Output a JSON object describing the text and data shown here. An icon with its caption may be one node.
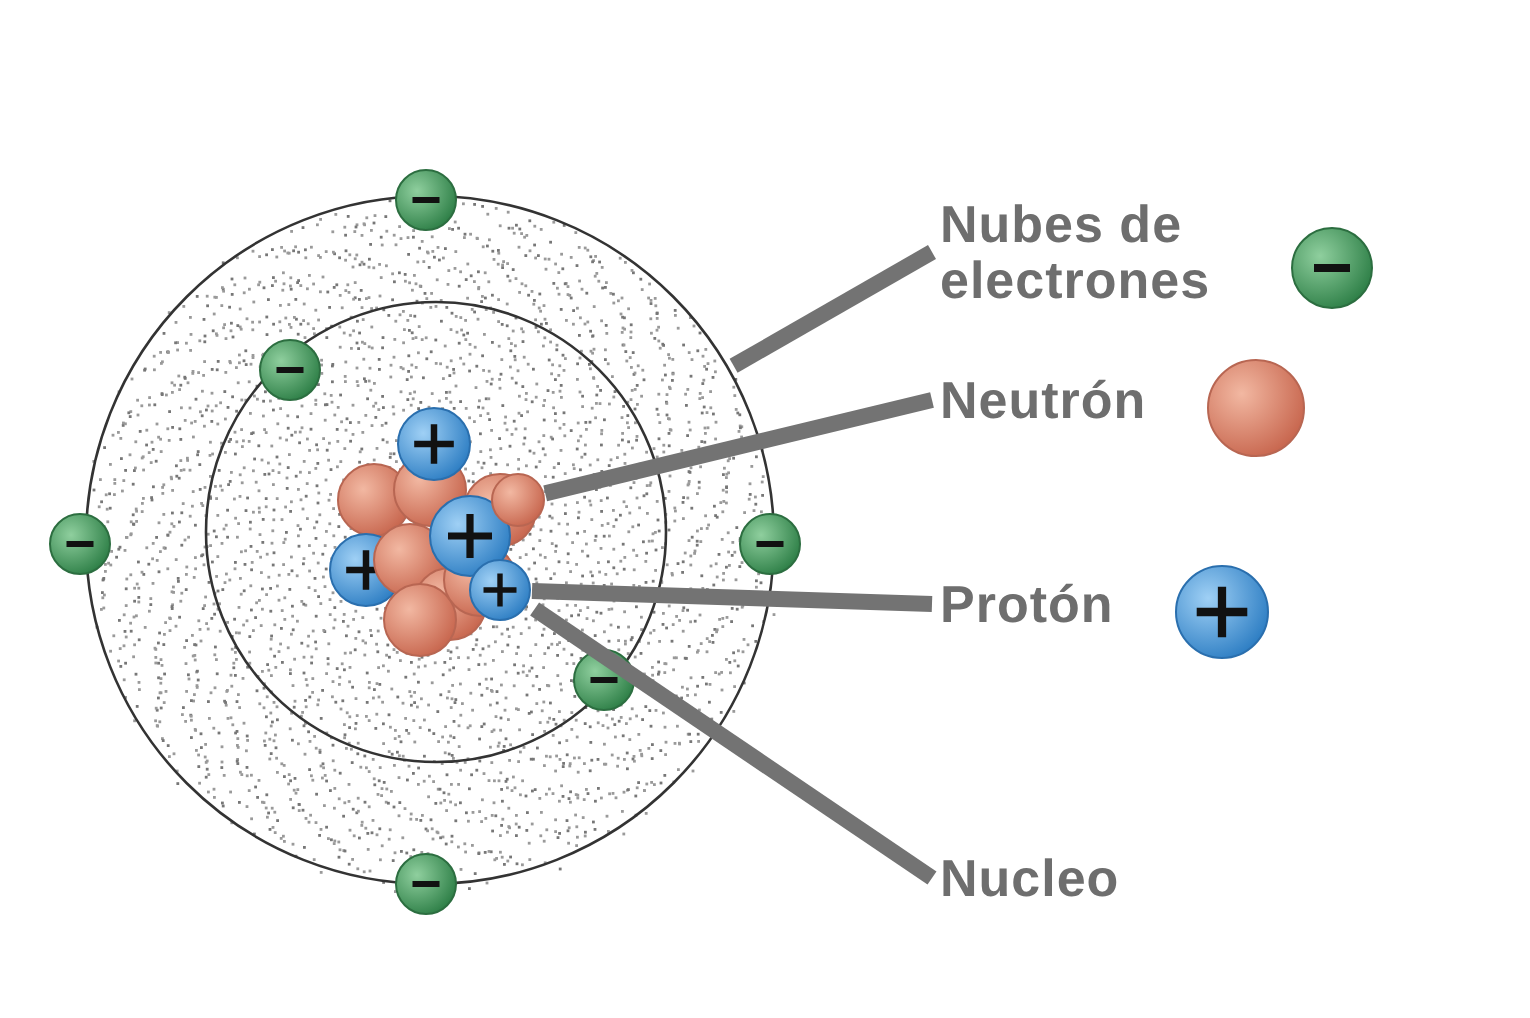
{
  "diagram": {
    "nodes": [
      {
        "text": [
          "Nubes de electrones"
        ]
      },
      {
        "text": [
          "Neutrón"
        ]
      },
      {
        "text": [
          "Protón"
        ]
      },
      {
        "text": [
          "Nucleo"
        ]
      },
      {
        "text": [],
        "shape": "cloud"
      },
      {
        "text": [],
        "shape": "picture",
        "in": 4
      },
      {
        "text": [],
        "shape": "circle",
        "in": 5
      },
      {
        "text": [],
        "shape": "circle",
        "in": 5
      }
    ],
    "edges": [
      {
        "from": 0,
        "to": 4,
        "arrow": "none"
      },
      {
        "from": 1,
        "to": 6,
        "arrow": "none"
      },
      {
        "from": 2,
        "to": 7,
        "arrow": "none"
      },
      {
        "from": 3,
        "to": 5,
        "arrow": "none"
      }
    ]
  }
}
